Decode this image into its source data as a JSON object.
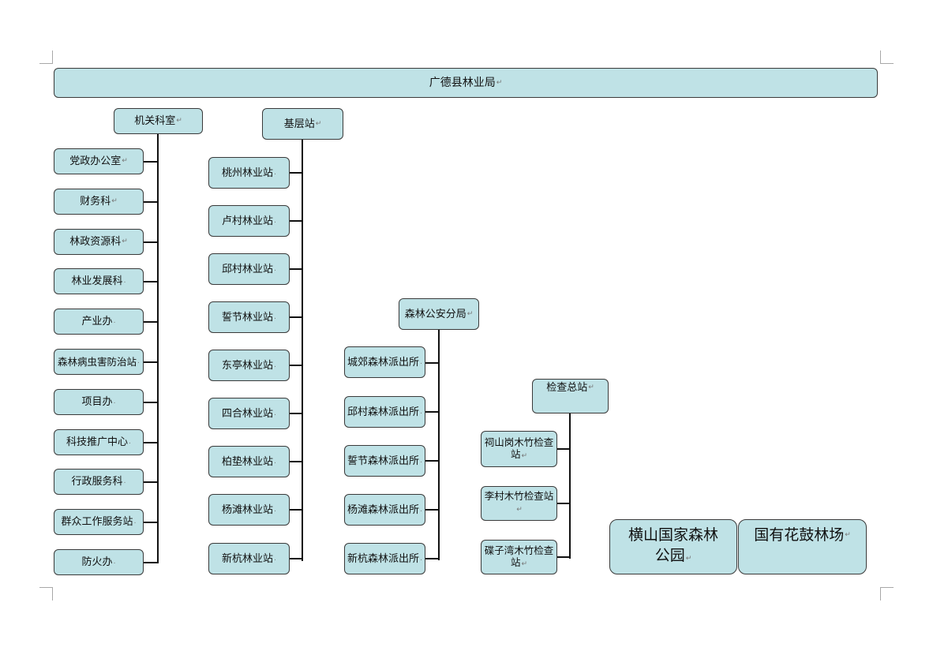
{
  "chart": {
    "root": "广德县林业局",
    "groups": [
      {
        "head": "机关科室",
        "children": [
          "党政办公室",
          "财务科",
          "林政资源科",
          "林业发展科",
          "产业办",
          "森林病虫害防治站",
          "项目办",
          "科技推广中心",
          "行政服务科",
          "群众工作服务站",
          "防火办"
        ]
      },
      {
        "head": "基层站",
        "children": [
          "桃州林业站",
          "卢村林业站",
          "邱村林业站",
          "誓节林业站",
          "东亭林业站",
          "四合林业站",
          "柏垫林业站",
          "杨滩林业站",
          "新杭林业站"
        ]
      },
      {
        "head": "森林公安分局",
        "children": [
          "城郊森林派出所",
          "邱村森林派出所",
          "誓节森林派出所",
          "杨滩森林派出所",
          "新杭森林派出所"
        ]
      },
      {
        "head": "检查总站",
        "children": [
          "祠山岗木竹检查站",
          "李村木竹检查站",
          "碟子湾木竹检查站"
        ]
      }
    ],
    "standalone": [
      "横山国家森林公园",
      "国有花鼓林场"
    ]
  },
  "colors": {
    "box_fill": "#bfe2e6",
    "box_border": "#3a3a3a",
    "connector": "#111111"
  },
  "marks": {
    "paragraph": "↵",
    "small": "."
  }
}
